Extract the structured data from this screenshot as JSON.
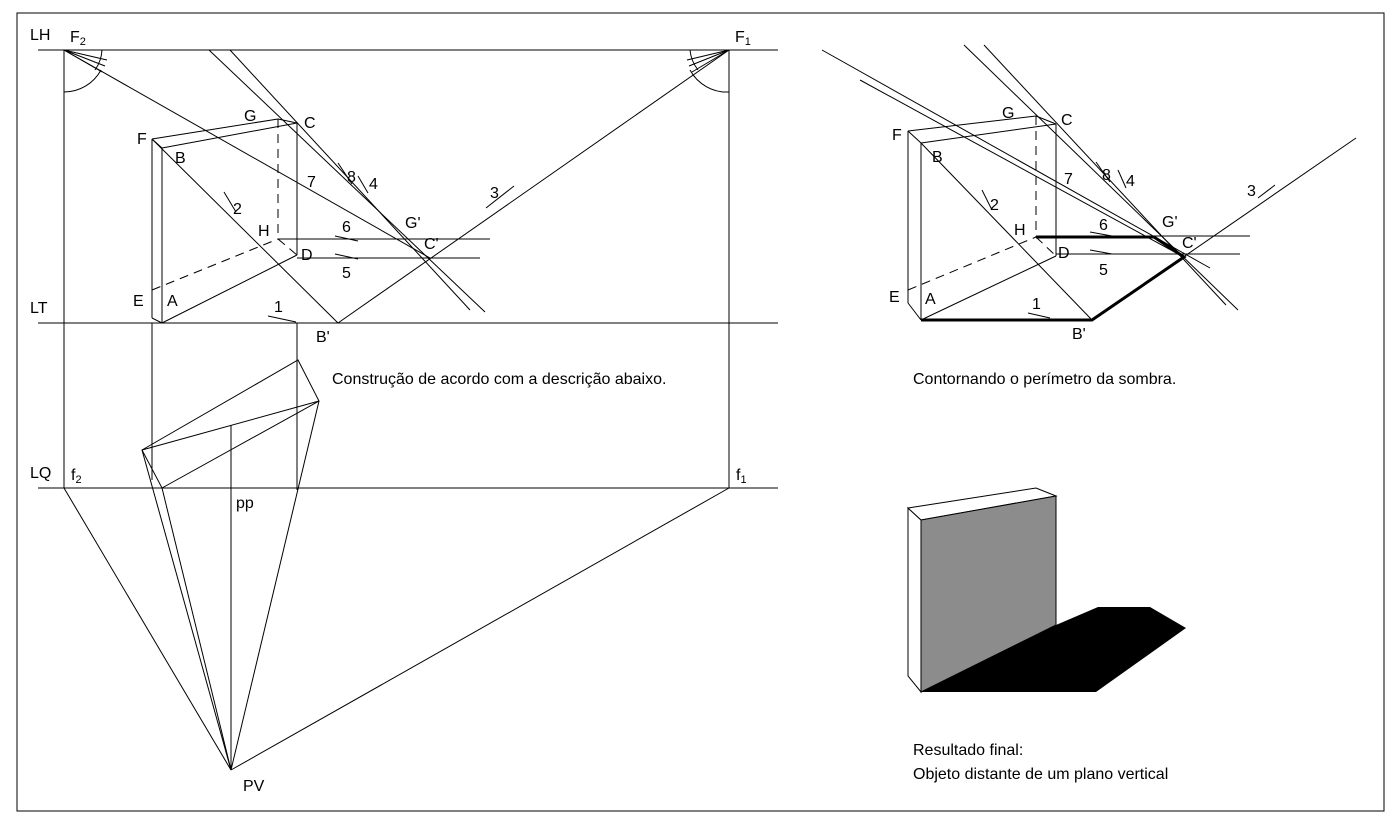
{
  "left_panel": {
    "line_labels": {
      "lh": "LH",
      "lt": "LT",
      "lq": "LQ"
    },
    "vanishing_points": {
      "f2_top": "F",
      "f2_top_sub": "2",
      "f1_top": "F",
      "f1_top_sub": "1"
    },
    "ground_points": {
      "f2_bottom": "f",
      "f2_bottom_sub": "2",
      "f1_bottom": "f",
      "f1_bottom_sub": "1"
    },
    "points": {
      "pp": "pp",
      "pv": "PV"
    },
    "vertices": {
      "a": "A",
      "b": "B",
      "c": "C",
      "d": "D",
      "e": "E",
      "f": "F",
      "g": "G",
      "h": "H"
    },
    "shadow_points": {
      "b_prime": "B'",
      "c_prime": "C'",
      "g_prime": "G'"
    },
    "ray_numbers": {
      "n1": "1",
      "n2": "2",
      "n3": "3",
      "n4": "4",
      "n5": "5",
      "n6": "6",
      "n7": "7",
      "n8": "8"
    },
    "caption": "Construção de acordo com a descrição abaixo."
  },
  "right_panel": {
    "vertices": {
      "a": "A",
      "b": "B",
      "c": "C",
      "d": "D",
      "e": "E",
      "f": "F",
      "g": "G",
      "h": "H"
    },
    "shadow_points": {
      "b_prime": "B'",
      "c_prime": "C'",
      "g_prime": "G'"
    },
    "ray_numbers": {
      "n1": "1",
      "n2": "2",
      "n3": "3",
      "n4": "4",
      "n5": "5",
      "n6": "6",
      "n7": "7",
      "n8": "8"
    },
    "caption": "Contornando o perímetro da sombra."
  },
  "result": {
    "caption_line1": "Resultado final:",
    "caption_line2": "Objeto distante de um plano vertical",
    "colors": {
      "shadow": "#000000",
      "front_face": "#8c8c8c",
      "top_face": "#ffffff",
      "side_face": "#ffffff"
    }
  }
}
